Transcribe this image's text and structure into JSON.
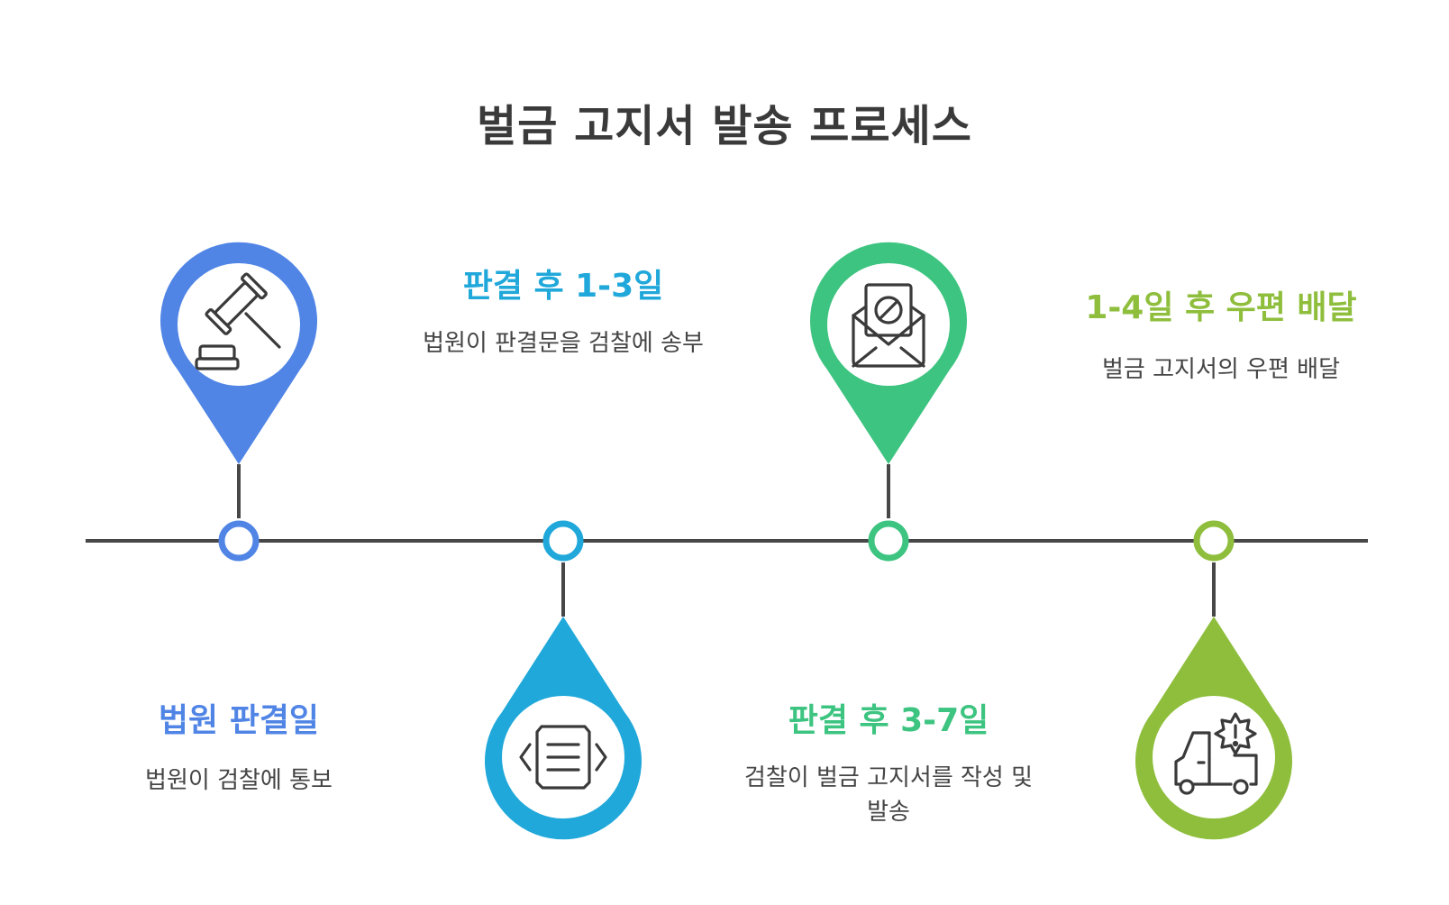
{
  "title": "벌금 고지서 발송 프로세스",
  "colors": {
    "blue": "#5085E6",
    "cyan": "#20A8DA",
    "green": "#3DC480",
    "lime": "#8EBE3C",
    "line": "#474747"
  },
  "steps": [
    {
      "title": "법원 판결일",
      "desc": "법원이 검찰에 통보",
      "color": "#5085E6",
      "icon": "gavel-icon"
    },
    {
      "title": "판결 후 1-3일",
      "desc": "법원이 판결문을 검찰에 송부",
      "color": "#20A8DA",
      "icon": "document-transfer-icon"
    },
    {
      "title": "판결 후 3-7일",
      "desc": "검찰이 벌금 고지서를 작성 및 발송",
      "color": "#3DC480",
      "icon": "envelope-notice-icon"
    },
    {
      "title": "1-4일 후 우편 배달",
      "desc": "벌금 고지서의 우편 배달",
      "color": "#8EBE3C",
      "icon": "delivery-truck-icon"
    }
  ]
}
